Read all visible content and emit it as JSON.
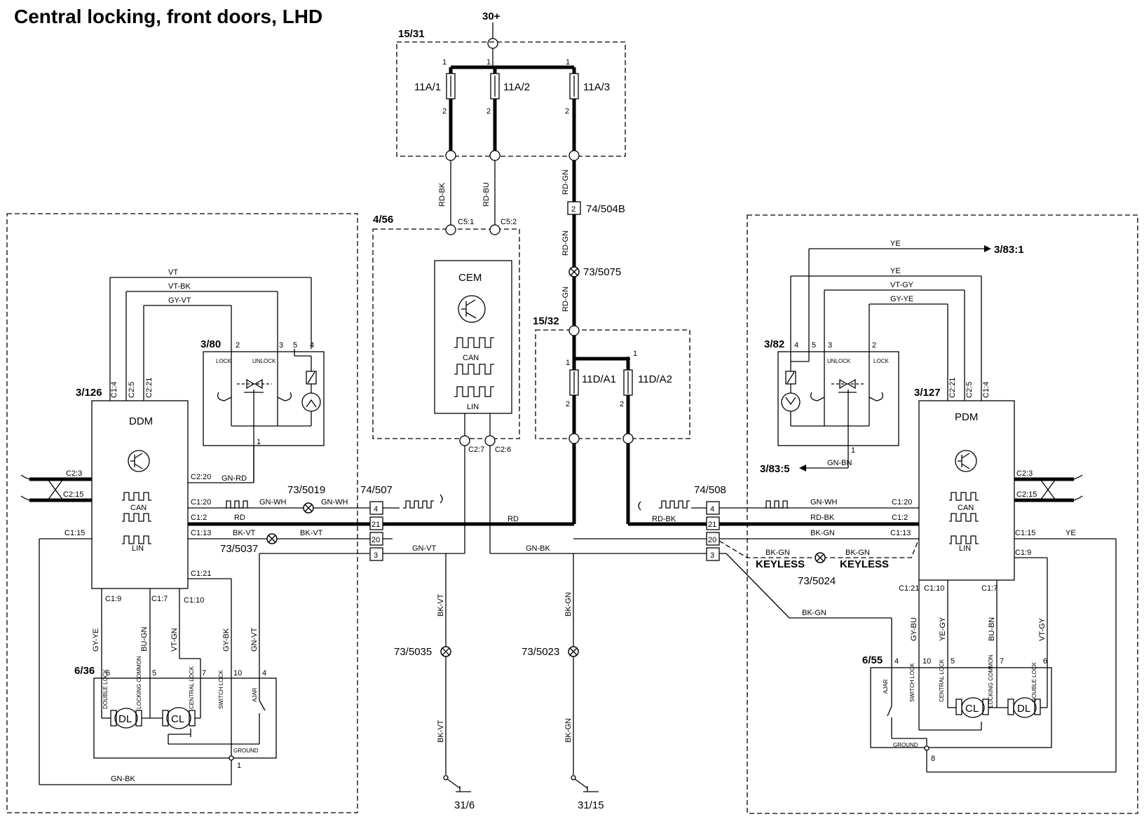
{
  "title": "Central locking, front doors, LHD",
  "supply": "30+",
  "fusebox_a": {
    "ref": "15/31",
    "fuses": [
      "11A/1",
      "11A/2",
      "11A/3"
    ]
  },
  "fusebox_b": {
    "ref": "15/32",
    "fuses": [
      "11D/A1",
      "11D/A2"
    ]
  },
  "cem": {
    "ref": "4/56",
    "name": "CEM",
    "can": "CAN",
    "lin": "LIN",
    "pins": [
      "C5:1",
      "C5:2",
      "C2:7",
      "C2:6"
    ]
  },
  "ddm": {
    "ref": "3/126",
    "name": "DDM",
    "can": "CAN",
    "lin": "LIN",
    "pins_top": [
      "C1:4",
      "C2:5",
      "C2:21"
    ],
    "pins_left": [
      "C2:3",
      "C2:15",
      "C1:15"
    ],
    "pins_right": [
      "C2:20",
      "C1:20",
      "C1:2",
      "C1:13",
      "C1:21"
    ],
    "pins_bottom": [
      "C1:9",
      "C1:7",
      "C1:10"
    ]
  },
  "pdm": {
    "ref": "3/127",
    "name": "PDM",
    "can": "CAN",
    "lin": "LIN",
    "pins_top": [
      "C2:21",
      "C2:5",
      "C1:4"
    ],
    "pins_left": [
      "C1:20",
      "C1:2",
      "C1:13"
    ],
    "pins_right": [
      "C2:3",
      "C2:15",
      "C1:15",
      "C1:9"
    ],
    "pins_bottom": [
      "C1:21",
      "C1:10",
      "C1:7"
    ]
  },
  "switch_left": {
    "ref": "3/80",
    "pins": [
      "2",
      "3",
      "5",
      "4",
      "1"
    ],
    "lock": "LOCK",
    "unlock": "UNLOCK"
  },
  "switch_right": {
    "ref": "3/82",
    "pins": [
      "4",
      "5",
      "3",
      "2",
      "1"
    ],
    "lock": "LOCK",
    "unlock": "UNLOCK"
  },
  "lock_left": {
    "ref": "6/36",
    "pins": [
      "6",
      "5",
      "7",
      "10",
      "4",
      "1"
    ],
    "labels": [
      "DOUBLE LOCK",
      "LOCKING COMMON",
      "CENTRAL LOCK",
      "SWITCH LOCK",
      "AJAR",
      "GROUND"
    ],
    "motors": [
      "DL",
      "CL"
    ]
  },
  "lock_right": {
    "ref": "6/55",
    "pins": [
      "4",
      "10",
      "5",
      "7",
      "6",
      "8"
    ],
    "labels": [
      "AJAR",
      "SWITCH LOCK",
      "CENTRAL LOCK",
      "LOCKING COMMON",
      "DOUBLE LOCK",
      "GROUND"
    ],
    "motors": [
      "CL",
      "DL"
    ]
  },
  "connectors": {
    "c504b": {
      "ref": "74/504B",
      "pin": "2"
    },
    "c507": {
      "ref": "74/507",
      "pins": [
        "4",
        "21",
        "20",
        "3"
      ]
    },
    "c508": {
      "ref": "74/508",
      "pins": [
        "4",
        "21",
        "20",
        "3"
      ]
    }
  },
  "splices": [
    "73/5075",
    "73/5019",
    "73/5037",
    "73/5035",
    "73/5023",
    "73/5024"
  ],
  "grounds": [
    "31/6",
    "31/15"
  ],
  "refs_out": [
    "3/83:1",
    "3/83:5"
  ],
  "keyless": "KEYLESS",
  "fuse_pins": [
    "1",
    "2"
  ],
  "wires": {
    "RD_BK": "RD-BK",
    "RD_BU": "RD-BU",
    "RD_GN": "RD-GN",
    "RD": "RD",
    "VT": "VT",
    "VT_BK": "VT-BK",
    "GY_VT": "GY-VT",
    "GN_RD": "GN-RD",
    "GN_WH": "GN-WH",
    "BK_VT": "BK-VT",
    "GN_VT": "GN-VT",
    "GN_BK": "GN-BK",
    "BK_GN": "BK-GN",
    "GY_YE": "GY-YE",
    "BU_GN": "BU-GN",
    "VT_GN": "VT-GN",
    "GY_BK": "GY-BK",
    "YE": "YE",
    "VT_GY": "VT-GY",
    "BN": "GN-BN",
    "GY_BU": "GY-BU",
    "YE_GY": "YE-GY",
    "BU_BN": "BU-BN"
  }
}
